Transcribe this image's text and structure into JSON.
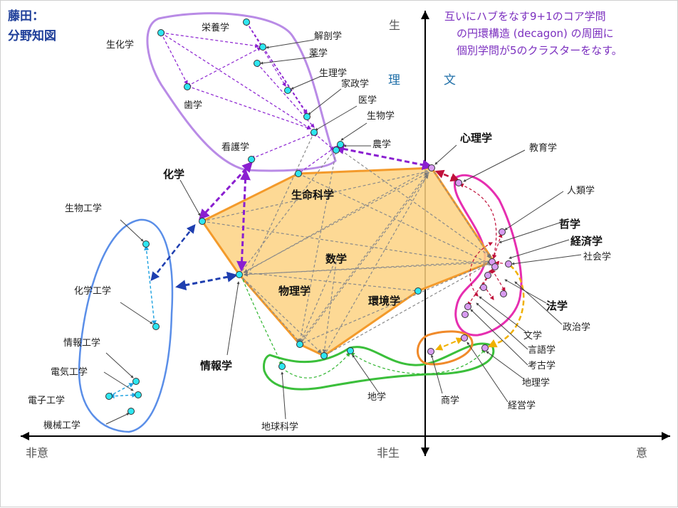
{
  "header": {
    "title_line1": "藤田：",
    "title_line2": "分野知図"
  },
  "note": {
    "line1": "互いにハブをなす9+1のコア学問",
    "line2": "の円環構造 (decagon) の周囲に",
    "line3": "個別学問が5のクラスターをなす。"
  },
  "axes": {
    "top": "生",
    "left": "非意",
    "bottom": "非生",
    "right": "意"
  },
  "tags": {
    "science": "理",
    "humanities": "文"
  },
  "colors": {
    "science_node": "#2ee6f0",
    "humanities_node": "#d79bf0",
    "core_fill": "#fdd283",
    "core_edge": "#f39a2b",
    "bio_cluster": "#b98be6",
    "engineering_cluster": "#5a8ee8",
    "earth_cluster": "#3bbf3b",
    "humanities_cluster": "#e62eb0",
    "business_cluster": "#f08a2a"
  },
  "labels": {
    "biochemistry": "生化学",
    "nutrition": "栄養学",
    "anatomy": "解剖学",
    "pharmacy": "薬学",
    "physiology": "生理学",
    "home_economics": "家政学",
    "medicine": "医学",
    "biology": "生物学",
    "dentistry": "歯学",
    "nursing": "看護学",
    "agriculture": "農学",
    "chemistry": "化学",
    "life_science": "生命科学",
    "mathematics": "数学",
    "physics": "物理学",
    "environmental": "環境学",
    "informatics": "情報学",
    "psychology": "心理学",
    "philosophy": "哲学",
    "economics": "経済学",
    "law": "法学",
    "education": "教育学",
    "anthropology": "人類学",
    "sociology": "社会学",
    "political_science": "政治学",
    "literature": "文学",
    "linguistics": "言語学",
    "archaeology": "考古学",
    "geography": "地理学",
    "business": "経営学",
    "commerce": "商学",
    "earth_studies": "地学",
    "earth_science": "地球科学",
    "bioengineering": "生物工学",
    "chemical_engineering": "化学工学",
    "information_engineering": "情報工学",
    "electrical_engineering": "電気工学",
    "electronic_engineering": "電子工学",
    "mechanical_engineering": "機械工学"
  }
}
